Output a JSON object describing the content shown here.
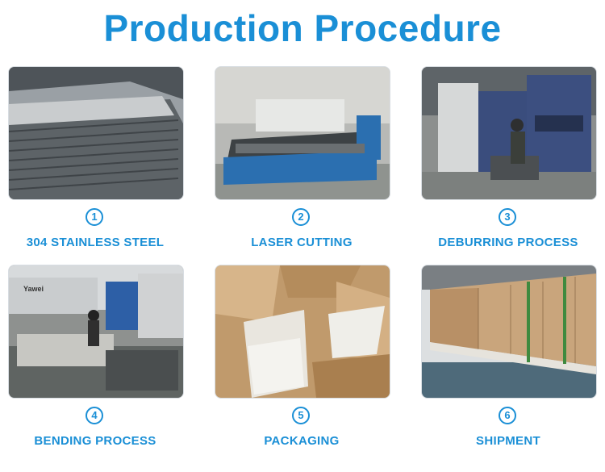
{
  "title": "Production Procedure",
  "steps": [
    {
      "number": "1",
      "label": "304 STAINLESS STEEL"
    },
    {
      "number": "2",
      "label": "LASER CUTTING"
    },
    {
      "number": "3",
      "label": "DEBURRING PROCESS"
    },
    {
      "number": "4",
      "label": "BENDING PROCESS"
    },
    {
      "number": "5",
      "label": "PACKAGING"
    },
    {
      "number": "6",
      "label": "SHIPMENT"
    }
  ],
  "photo_signage": {
    "press_brand": "Yawei"
  },
  "colors": {
    "accent": "#1a8fd6"
  }
}
